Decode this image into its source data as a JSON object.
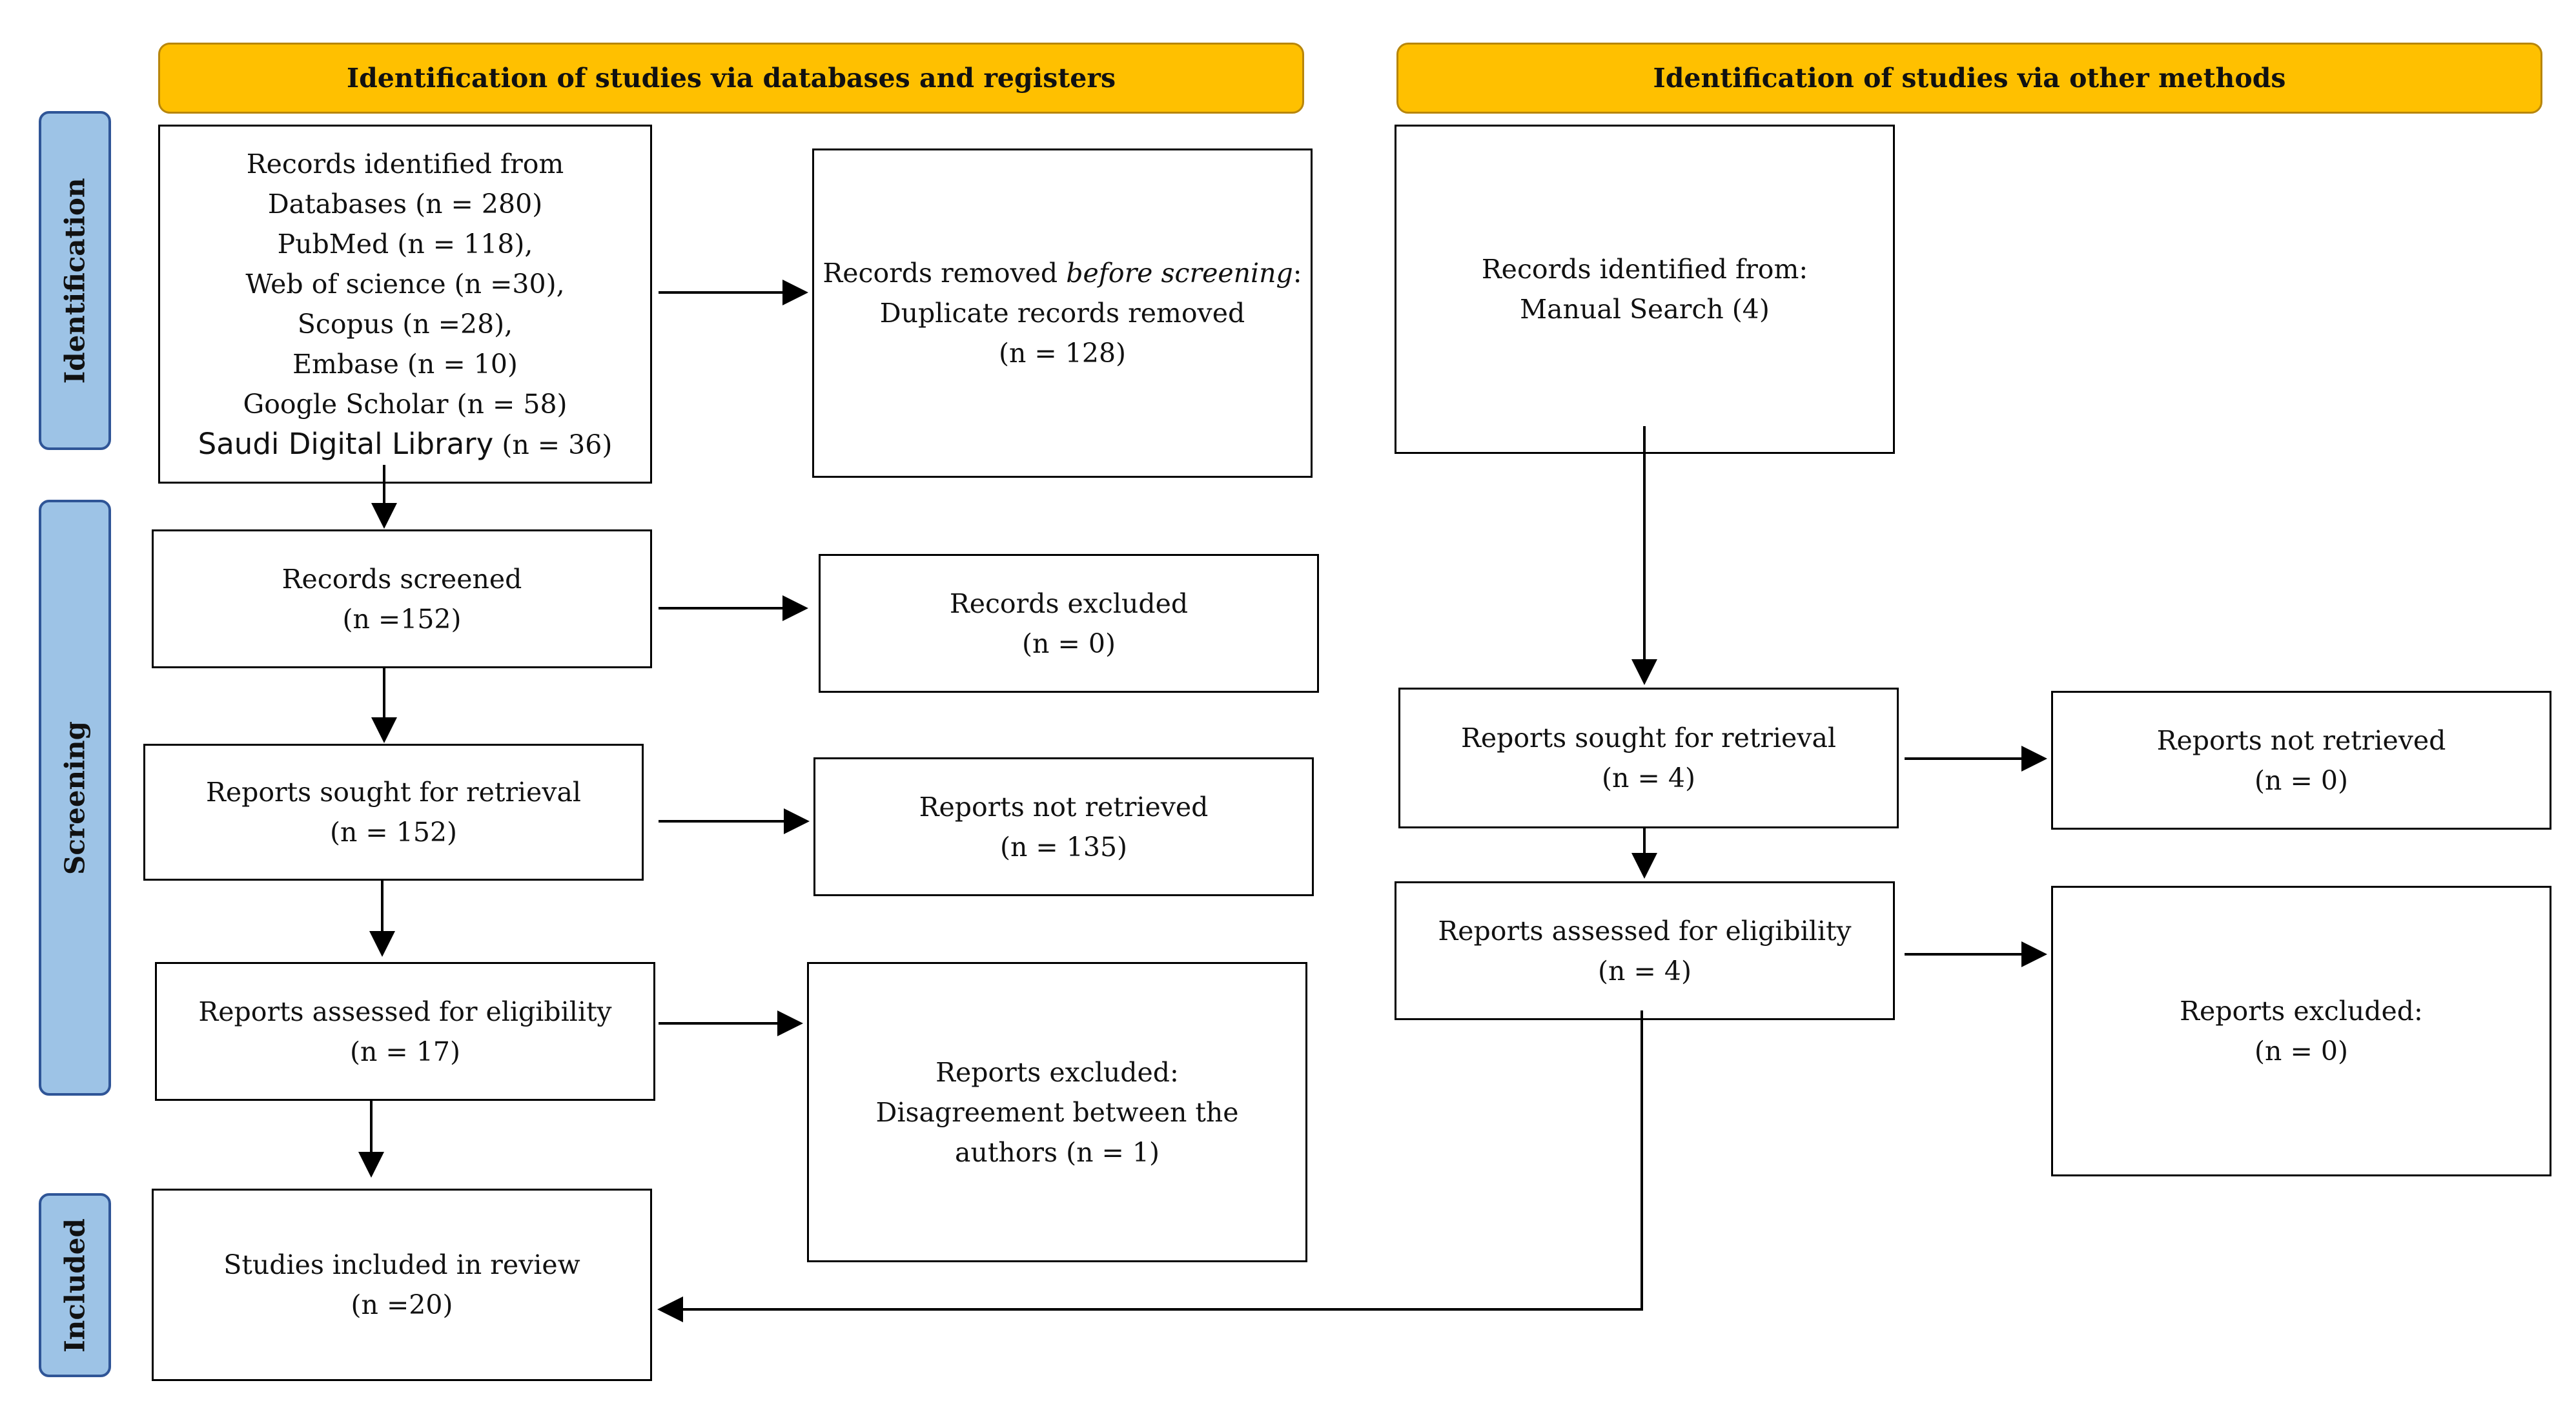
{
  "headers": {
    "left": "Identification of studies via databases and registers",
    "right": "Identification of studies via other methods"
  },
  "phases": {
    "identification": "Identification",
    "screening": "Screening",
    "included": "Included"
  },
  "records_identified": {
    "line1": "Records identified from",
    "line2": "Databases (n = 280)",
    "line3": "PubMed (n = 118),",
    "line4": "Web of science (n =30),",
    "line5": "Scopus (n =28),",
    "line6": "Embase (n = 10)",
    "line7": "Google Scholar (n = 58)",
    "line8_name": "Saudi Digital Library",
    "line8_count": " (n = 36)"
  },
  "records_removed": {
    "pre": "Records removed ",
    "italic": "before screening",
    "post": ":",
    "line2": "Duplicate records removed",
    "line3": "(n = 128)"
  },
  "records_screened": {
    "line1": "Records screened",
    "line2": "(n =152)"
  },
  "records_excluded": {
    "line1": "Records excluded",
    "line2": "(n = 0)"
  },
  "reports_sought_db": {
    "line1": "Reports sought for retrieval",
    "line2": "(n = 152)"
  },
  "reports_not_retrieved_db": {
    "line1": "Reports not retrieved",
    "line2": "(n = 135)"
  },
  "reports_assessed_db": {
    "line1": "Reports assessed for eligibility",
    "line2": "(n = 17)"
  },
  "reports_excluded_db": {
    "line1": "Reports excluded:",
    "line2": "Disagreement between the",
    "line3": "authors (n = 1)"
  },
  "studies_included": {
    "line1": "Studies included in review",
    "line2": "(n =20)"
  },
  "records_identified_other": {
    "line1": "Records identified from:",
    "line2": "Manual Search (4)"
  },
  "reports_sought_other": {
    "line1": "Reports sought for retrieval",
    "line2": "(n = 4)"
  },
  "reports_not_retrieved_other": {
    "line1": "Reports not retrieved",
    "line2": "(n = 0)"
  },
  "reports_assessed_other": {
    "line1": "Reports assessed for eligibility",
    "line2": "(n = 4)"
  },
  "reports_excluded_other": {
    "line1": "Reports excluded:",
    "line2": "(n = 0)"
  },
  "colors": {
    "header_fill": "#ffc000",
    "phase_fill": "#9dc3e6",
    "phase_border": "#2f5597"
  }
}
